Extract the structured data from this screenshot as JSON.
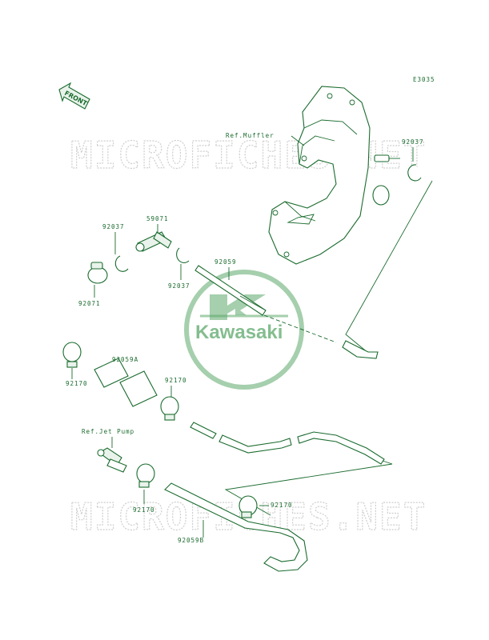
{
  "diagram_code": "E3035",
  "front_label": "FRONT",
  "watermark": "MICROFICHES.NET",
  "logo_text": "Kawasaki",
  "colors": {
    "line": "#1a6b2e",
    "watermark": "#cfcfcf",
    "logo": "#5ba86a"
  },
  "labels": {
    "ref_muffler": "Ref.Muffler",
    "ref_jet_pump": "Ref.Jet Pump",
    "p92037_a": "92037",
    "p92037_b": "92037",
    "p92037_c": "92037",
    "p59071": "59071",
    "p92071": "92071",
    "p92059": "92059",
    "p92059a": "92059A",
    "p92059b": "92059B",
    "p92170_a": "92170",
    "p92170_b": "92170",
    "p92170_c": "92170",
    "p92170_d": "92170"
  }
}
